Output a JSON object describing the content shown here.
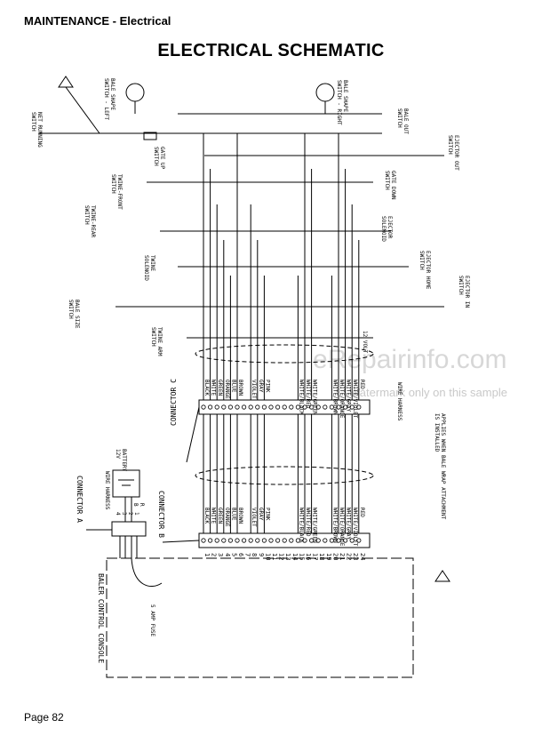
{
  "header": {
    "section": "MAINTENANCE - Electrical",
    "title": "ELECTRICAL SCHEMATIC"
  },
  "footer": {
    "page": "Page 82"
  },
  "watermark": {
    "main": "eRepairinfo.com",
    "sub": "Watermark only on this sample"
  },
  "switches": {
    "bale_shape_left": [
      "BALE SHAPE",
      "SWITCH - LEFT"
    ],
    "bale_shape_right": [
      "BALE SHAPE",
      "SWITCH - RIGHT"
    ],
    "net_running": [
      "NET RUNNING",
      "SWITCH"
    ],
    "bale_out": [
      "BALE OUT",
      "SWITCH"
    ],
    "ejector_out": [
      "EJECTOR OUT",
      "SWITCH"
    ],
    "gate_up": [
      "GATE UP",
      "SWITCH"
    ],
    "twine_front": [
      "TWINE-FRONT",
      "SWITCH"
    ],
    "gate_down": [
      "GATE DOWN",
      "SWITCH"
    ],
    "twine_rear": [
      "TWINE-REAR",
      "SWITCH"
    ],
    "ejector_solenoid": [
      "EJECTOR",
      "SOLENOID"
    ],
    "twine_solenoid": [
      "TWINE",
      "SOLENOID"
    ],
    "ejector_home": [
      "EJECTOR HOME",
      "SWITCH"
    ],
    "ejector_in": [
      "EJECTOR IN",
      "SWITCH"
    ],
    "bale_size": [
      "BALE SIZE",
      "SWITCH"
    ],
    "twine_arm": [
      "TWINE ARM",
      "SWITCH"
    ]
  },
  "labels": {
    "connector_a": "CONNECTOR A",
    "connector_b": "CONNECTOR B",
    "connector_c": "CONNECTOR C",
    "wire_harness": "WIRE HARNESS",
    "battery": [
      "BATTERY",
      "12V"
    ],
    "twelve_volt": "12 VOLT",
    "fuse": "5 AMP FUSE",
    "console": "BALER CONTROL CONSOLE",
    "applies_note": [
      "APPLIES WHEN BALE WRAP ATTACHMENT",
      "IS INSTALLED"
    ],
    "connector_a_pins": [
      "4",
      "3",
      "2",
      "1"
    ],
    "connector_a_wires": [
      "B",
      "R"
    ]
  },
  "wire_colors": [
    "BLACK",
    "WHITE",
    "GREEN",
    "ORANGE",
    "BLUE",
    "BROWN",
    "",
    "VIOLET",
    "GRAY",
    "PINK",
    "",
    "",
    "",
    "",
    "WHITE/BLACK",
    "WHITE/RED",
    "WHITE/GREEN",
    "",
    "",
    "WHITE/BROWN",
    "WHITE/ORANGE",
    "WHITE/GRAY",
    "WHITE/VIOLET",
    "RED"
  ],
  "terminal_numbers": [
    "1",
    "2",
    "3",
    "4",
    "5",
    "6",
    "7",
    "8",
    "9",
    "10",
    "11",
    "12",
    "13",
    "14",
    "15",
    "16",
    "17",
    "18",
    "19",
    "20",
    "21",
    "22",
    "23",
    "24"
  ]
}
